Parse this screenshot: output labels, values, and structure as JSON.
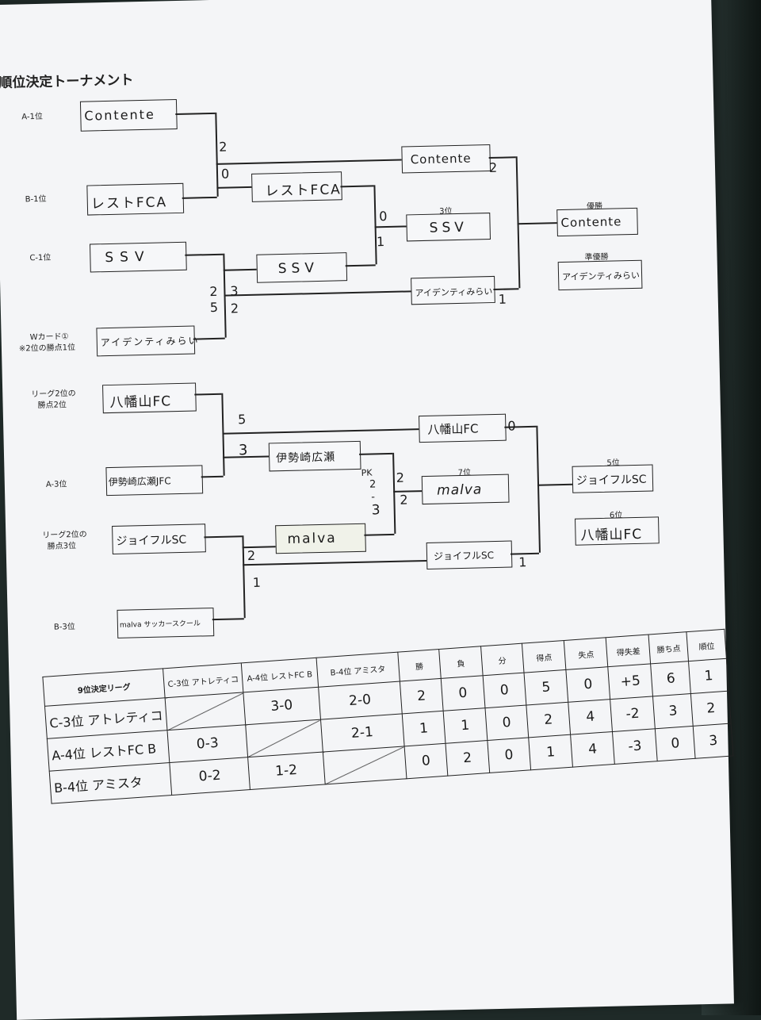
{
  "title": "順位決定トーナメント",
  "bracket1": {
    "seeds": [
      "A-1位",
      "B-1位",
      "C-1位",
      "Wカード①",
      "※2位の勝点1位"
    ],
    "teams": [
      "Contente",
      "レストFCA",
      "SSV",
      "アイデンティみらい"
    ],
    "round1": [
      "レストFCA",
      "SSV"
    ],
    "round2": [
      "Contente",
      "SSV",
      "アイデンティみらい"
    ],
    "third_label": "3位",
    "winner_label": "優勝",
    "runner_label": "準優勝",
    "winner": "Contente",
    "runner": "アイデンティみらい",
    "scores": [
      "2",
      "0",
      "2",
      "5",
      "3",
      "2",
      "0",
      "1",
      "2",
      "1"
    ]
  },
  "bracket2": {
    "seeds": [
      "リーグ2位の",
      "勝点2位",
      "A-3位",
      "リーグ2位の",
      "勝点3位",
      "B-3位"
    ],
    "teams": [
      "八幡山FC",
      "伊勢崎広瀬JFC",
      "ジョイフルSC",
      "malva サッカースクール"
    ],
    "round1": [
      "伊勢崎広瀬",
      "malva"
    ],
    "round2": [
      "八幡山FC",
      "malva",
      "ジョイフルSC"
    ],
    "seventh_label": "7位",
    "fifth_label": "5位",
    "sixth_label": "6位",
    "fifth": "ジョイフルSC",
    "sixth": "八幡山FC",
    "scores": [
      "5",
      "3",
      "2",
      "1",
      "0",
      "2",
      "2",
      "1"
    ],
    "pk": [
      "PK",
      "2",
      "-",
      "3"
    ]
  },
  "league": {
    "title": "9位決定リーグ",
    "columns": [
      "C-3位 アトレティコ",
      "A-4位 レストFC B",
      "B-4位 アミスタ",
      "勝",
      "負",
      "分",
      "得点",
      "失点",
      "得失差",
      "勝ち点",
      "順位"
    ],
    "rows": [
      {
        "label": "C-3位 アトレティコ",
        "cells": [
          "",
          "3-0",
          "2-0",
          "2",
          "0",
          "0",
          "5",
          "0",
          "+5",
          "6",
          "1"
        ]
      },
      {
        "label": "A-4位 レストFC B",
        "cells": [
          "0-3",
          "",
          "2-1",
          "1",
          "1",
          "0",
          "2",
          "4",
          "-2",
          "3",
          "2"
        ]
      },
      {
        "label": "B-4位 アミスタ",
        "cells": [
          "0-2",
          "1-2",
          "",
          "0",
          "2",
          "0",
          "1",
          "4",
          "-3",
          "0",
          "3"
        ]
      }
    ]
  }
}
